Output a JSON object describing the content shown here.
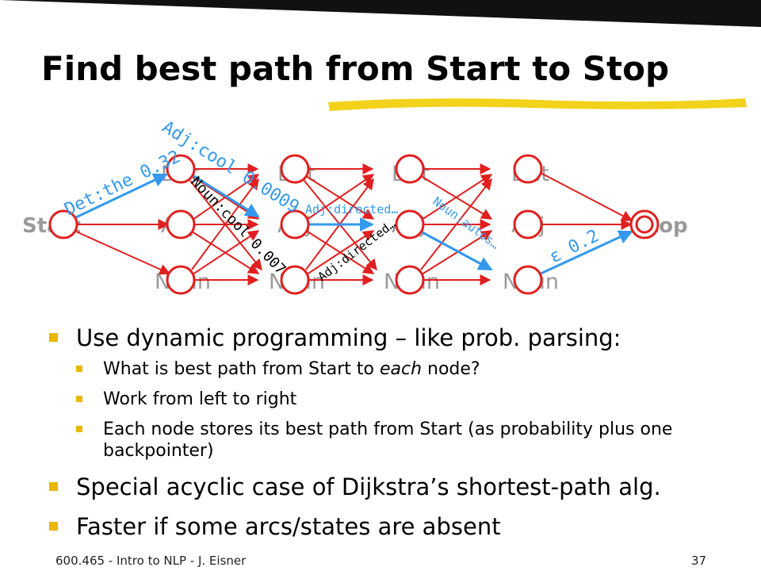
{
  "slide": {
    "title": "Find best path from Start to Stop",
    "footer": "600.465 - Intro to NLP - J. Eisner",
    "page_number": "37"
  },
  "colors": {
    "node": "#e02020",
    "arc": "#e02020",
    "best_path": "#3399ee",
    "bullet": "#e8b800",
    "title_underline": "#f2d21a",
    "corner": "#111111",
    "node_label": "#9a9a9a"
  },
  "diagram": {
    "start_label": "Start",
    "stop_label": "Stop",
    "row_labels": [
      "Det",
      "Adj",
      "Noun"
    ],
    "columns": 4,
    "arc_labels": {
      "det_the": "Det:the 0.32",
      "adj_cool": "Adj:cool 0.0009",
      "noun_cool": "Noun:cool 0.007",
      "adj_directed_top": "Adj:directed…",
      "adj_directed_bottom": "Adj:directed…",
      "noun_autos": "Noun:autos…",
      "epsilon": "ε 0.2"
    }
  },
  "bullets": [
    {
      "text": "Use dynamic programming – like prob. parsing:",
      "sub": [
        {
          "before": "What is best path from Start to ",
          "em": "each",
          "after": " node?"
        },
        {
          "before": "Work from left to right",
          "em": "",
          "after": ""
        },
        {
          "before": "Each node stores its best path from Start (as probability plus one backpointer)",
          "em": "",
          "after": ""
        }
      ]
    },
    {
      "text": "Special acyclic case of Dijkstra’s shortest-path alg.",
      "sub": []
    },
    {
      "text": "Faster if some arcs/states are absent",
      "sub": []
    }
  ]
}
